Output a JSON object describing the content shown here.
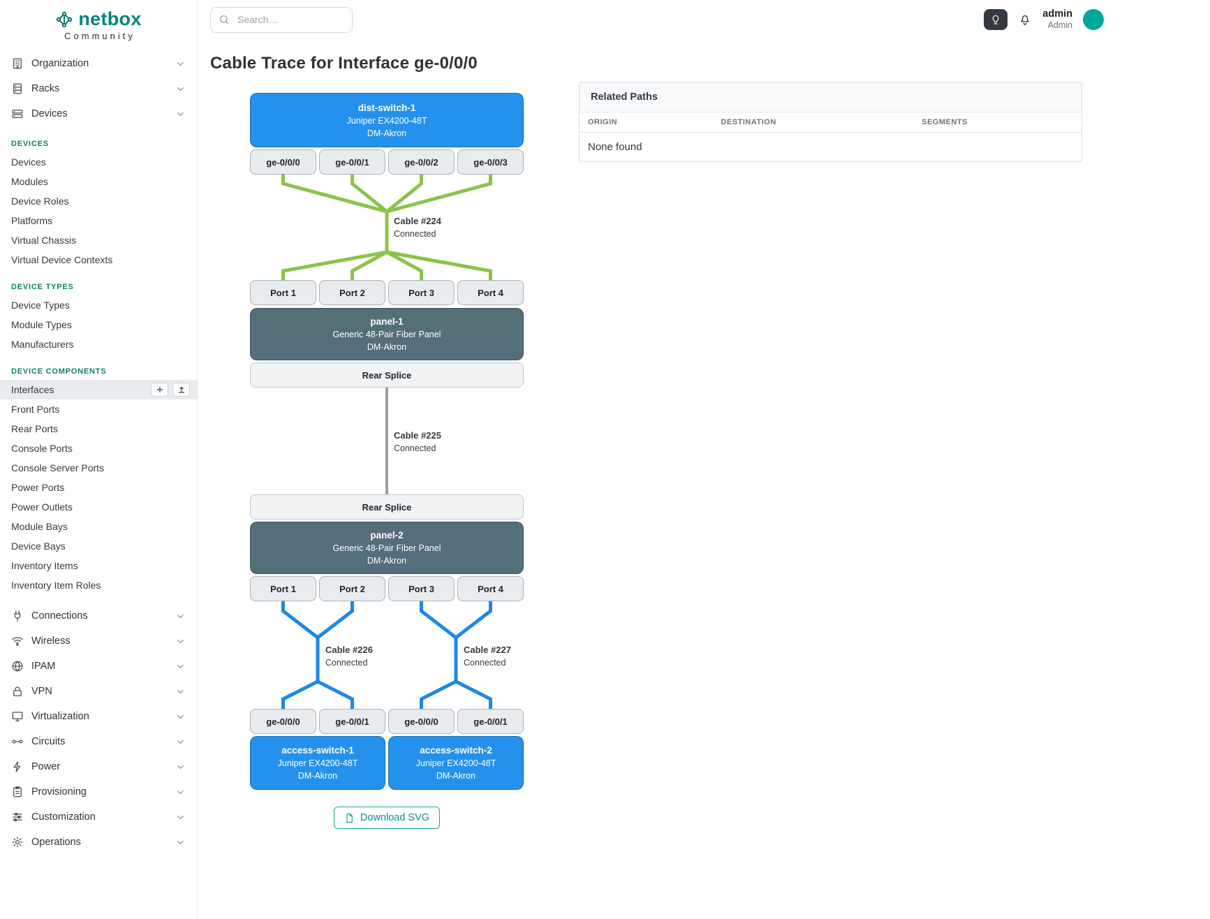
{
  "colors": {
    "brand_teal": "#00857a",
    "device_blue": "#2492ec",
    "panel_slate": "#546e7a",
    "cable_green": "#8bc34a",
    "cable_gray": "#9e9e9e",
    "cable_blue": "#1e88e5"
  },
  "topbar": {
    "search_placeholder": "Search…",
    "username": "admin",
    "role": "Admin"
  },
  "page": {
    "title": "Cable Trace for Interface ge-0/0/0"
  },
  "sidebar": {
    "logo": {
      "brand": "netbox",
      "tagline": "Community"
    },
    "top_groups": [
      {
        "label": "Organization"
      },
      {
        "label": "Racks"
      },
      {
        "label": "Devices"
      }
    ],
    "sections": [
      {
        "title": "DEVICES",
        "items": [
          "Devices",
          "Modules",
          "Device Roles",
          "Platforms",
          "Virtual Chassis",
          "Virtual Device Contexts"
        ]
      },
      {
        "title": "DEVICE TYPES",
        "items": [
          "Device Types",
          "Module Types",
          "Manufacturers"
        ]
      },
      {
        "title": "DEVICE COMPONENTS",
        "items": [
          "Interfaces",
          "Front Ports",
          "Rear Ports",
          "Console Ports",
          "Console Server Ports",
          "Power Ports",
          "Power Outlets",
          "Module Bays",
          "Device Bays",
          "Inventory Items",
          "Inventory Item Roles"
        ]
      }
    ],
    "bottom_groups": [
      {
        "label": "Connections"
      },
      {
        "label": "Wireless"
      },
      {
        "label": "IPAM"
      },
      {
        "label": "VPN"
      },
      {
        "label": "Virtualization"
      },
      {
        "label": "Circuits"
      },
      {
        "label": "Power"
      },
      {
        "label": "Provisioning"
      },
      {
        "label": "Customization"
      },
      {
        "label": "Operations"
      }
    ]
  },
  "trace": {
    "top_device": {
      "name": "dist-switch-1",
      "model": "Juniper EX4200-48T",
      "site": "DM-Akron"
    },
    "top_ports": [
      "ge-0/0/0",
      "ge-0/0/1",
      "ge-0/0/2",
      "ge-0/0/3"
    ],
    "cable1": {
      "name": "Cable #224",
      "status": "Connected"
    },
    "panel1_front_ports": [
      "Port 1",
      "Port 2",
      "Port 3",
      "Port 4"
    ],
    "panel1": {
      "name": "panel-1",
      "model": "Generic 48-Pair Fiber Panel",
      "site": "DM-Akron"
    },
    "panel1_rear": "Rear Splice",
    "cable2": {
      "name": "Cable #225",
      "status": "Connected"
    },
    "panel2_rear": "Rear Splice",
    "panel2": {
      "name": "panel-2",
      "model": "Generic 48-Pair Fiber Panel",
      "site": "DM-Akron"
    },
    "panel2_front_ports": [
      "Port 1",
      "Port 2",
      "Port 3",
      "Port 4"
    ],
    "cable3": {
      "name": "Cable #226",
      "status": "Connected"
    },
    "cable4": {
      "name": "Cable #227",
      "status": "Connected"
    },
    "bottom_ports": [
      "ge-0/0/0",
      "ge-0/0/1",
      "ge-0/0/0",
      "ge-0/0/1"
    ],
    "access_switches": [
      {
        "name": "access-switch-1",
        "model": "Juniper EX4200-48T",
        "site": "DM-Akron"
      },
      {
        "name": "access-switch-2",
        "model": "Juniper EX4200-48T",
        "site": "DM-Akron"
      }
    ],
    "download_label": "Download SVG"
  },
  "related_paths": {
    "title": "Related Paths",
    "columns": [
      "ORIGIN",
      "DESTINATION",
      "SEGMENTS"
    ],
    "empty_message": "None found"
  }
}
